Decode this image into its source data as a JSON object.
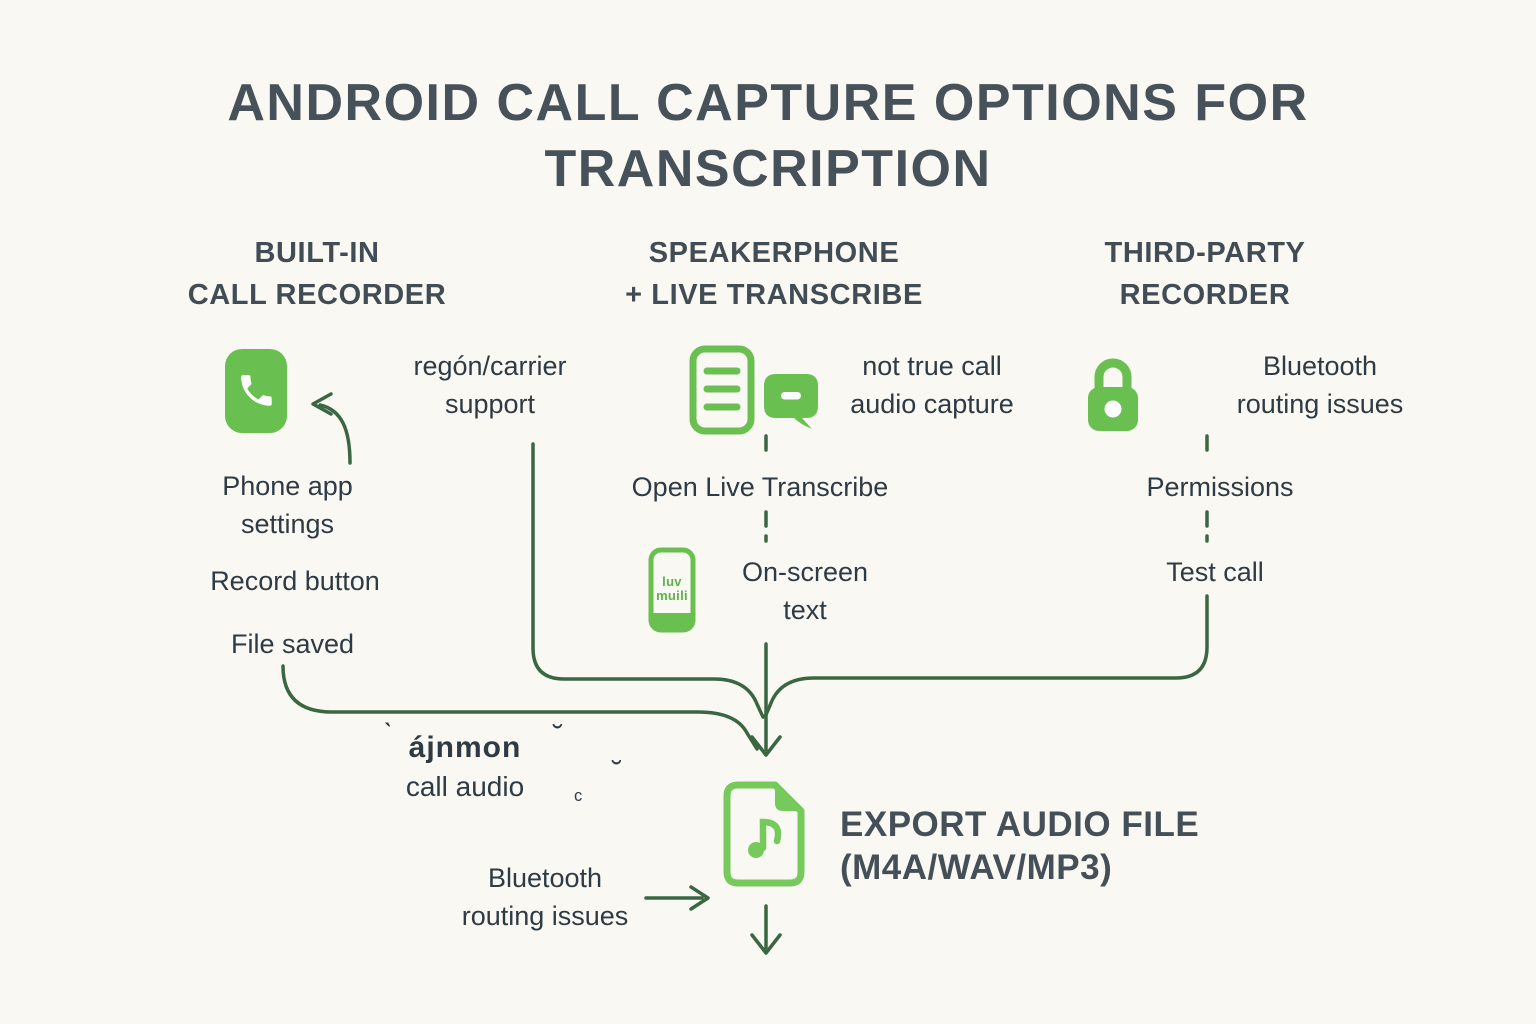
{
  "title": {
    "line1": "ANDROID CALL CAPTURE OPTIONS FOR",
    "line2": "TRANSCRIPTION"
  },
  "columns": [
    {
      "header1": "BUILT-IN",
      "header2": "CALL RECORDER",
      "icon": "phone-icon",
      "note1": "regón/carrier",
      "note2": "support",
      "step1a": "Phone app",
      "step1b": "settings",
      "step2": "Record button",
      "step3": "File saved"
    },
    {
      "header1": "SPEAKERPHONE",
      "header2": "+ LIVE TRANSCRIBE",
      "icons": [
        "transcript-icon",
        "chat-bubble-icon"
      ],
      "note1": "not true call",
      "note2": "audio capture",
      "step1": "Open Live Transcribe",
      "screen1": "luv",
      "screen2": "muili",
      "step2a": "On-screen",
      "step2b": "text"
    },
    {
      "header1": "THIRD-PARTY",
      "header2": "RECORDER",
      "icon": "lock-icon",
      "note1": "Bluetooth",
      "note2": "routing issues",
      "step1": "Permissions",
      "step2": "Test call"
    }
  ],
  "merge": {
    "label": "ájnmon",
    "sublabel": "call audio",
    "marks": [
      "ˋ",
      "˘",
      "˘",
      "ᶜ"
    ]
  },
  "footer": {
    "note1": "Bluetooth",
    "note2": "routing issues",
    "export1": "EXPORT AUDIO FILE",
    "export2": "(M4A/WAV/MP3)"
  },
  "icons": [
    "phone-icon",
    "transcript-icon",
    "chat-bubble-icon",
    "lock-icon",
    "live-transcribe-phone-icon",
    "audio-file-icon",
    "arrow-icons"
  ],
  "colors": {
    "background": "#f9f8f3",
    "title_text": "#47515a",
    "heading_text": "#414c55",
    "body_text": "#2e3b44",
    "icon_green": "#6abf51",
    "icon_green_light": "#76c95b",
    "line_green": "#3a6741"
  }
}
